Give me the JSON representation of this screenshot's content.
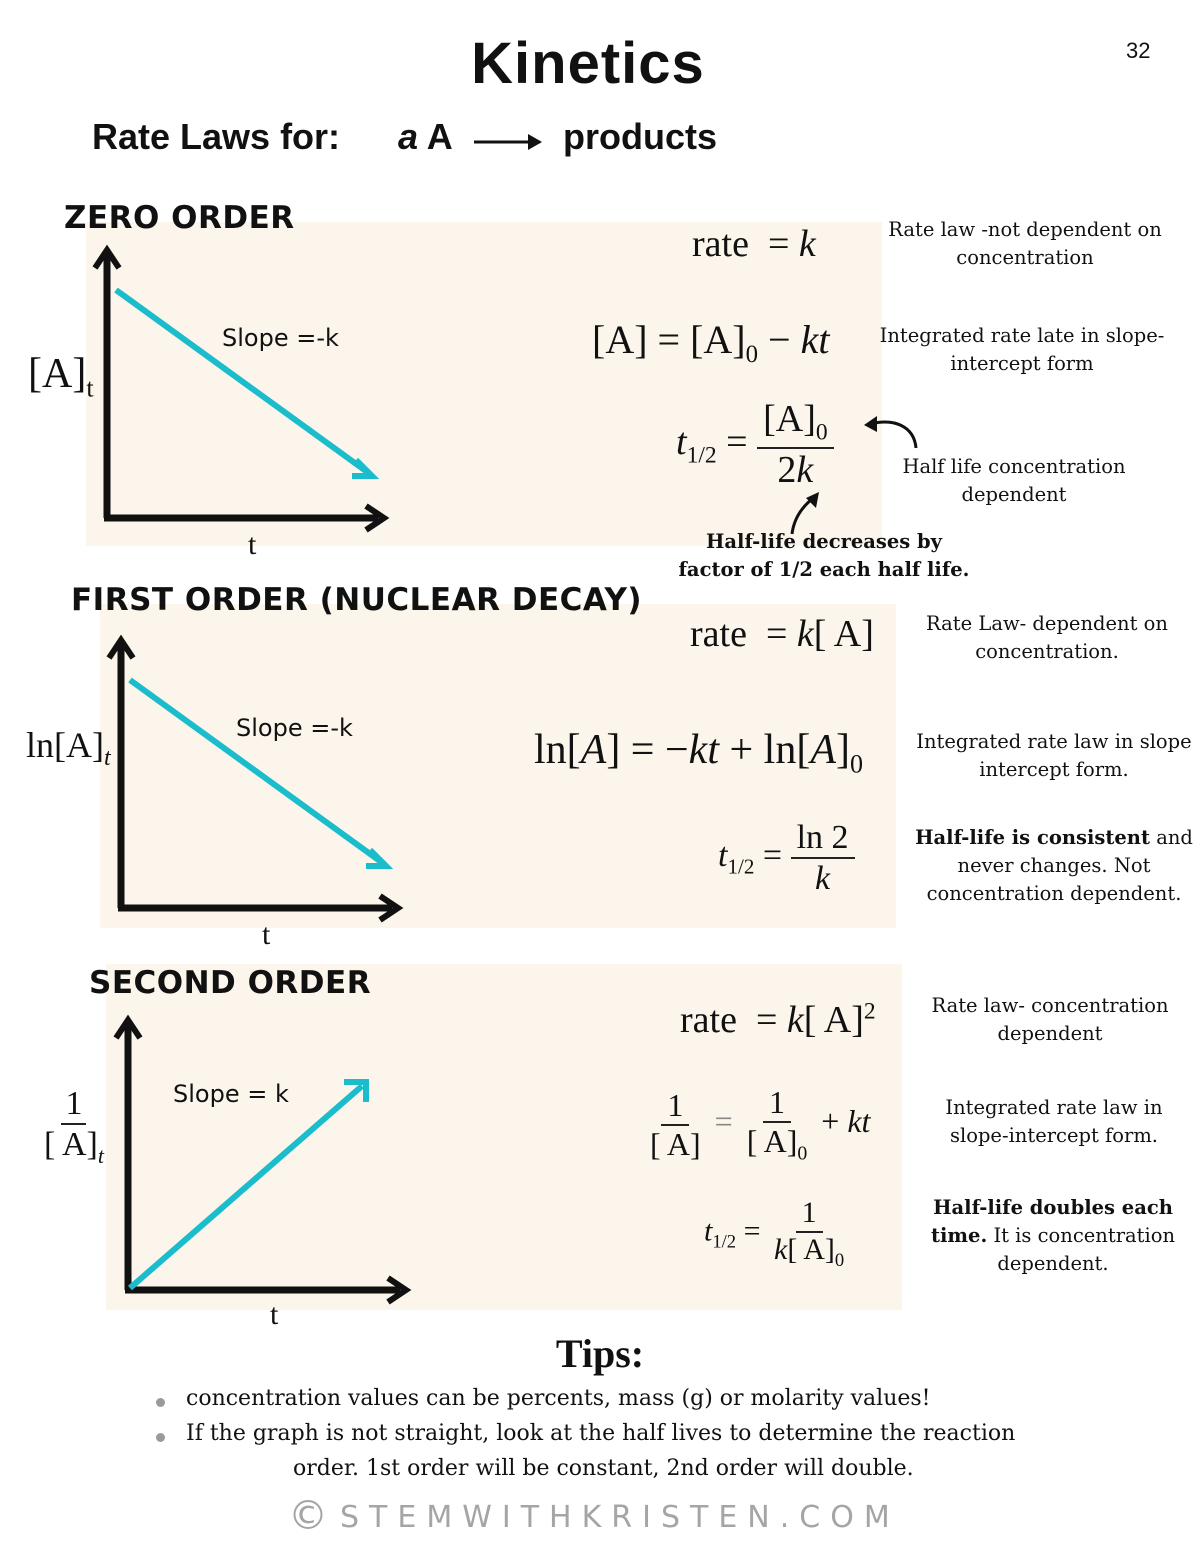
{
  "page": {
    "title": "Kinetics",
    "page_number": "32",
    "subtitle_prefix": "Rate Laws for:",
    "reaction_coef": "a",
    "reaction_species": "A",
    "reaction_products": "products",
    "accent_color": "#1bbccb",
    "panel_color": "#fbf5ec"
  },
  "zero": {
    "heading": "ZERO ORDER",
    "y_axis_label": "[A]",
    "y_axis_sub": "t",
    "x_axis_label": "t",
    "slope_label": "Slope =-k",
    "eq_rate": "rate = k",
    "eq_integrated": "[A] = [A]0 − kt",
    "eq_halflife": "t1/2 = [A]0 / 2k",
    "note_rate": "Rate law -not dependent on concentration",
    "note_integrated": "Integrated rate late in slope-intercept form",
    "note_halflife": "Half life concentration dependent",
    "note_decrease": "Half-life decreases by factor of 1/2 each half life."
  },
  "first": {
    "heading": "FIRST ORDER (NUCLEAR DECAY)",
    "y_axis_label": "ln[A]",
    "y_axis_sub": "t",
    "x_axis_label": "t",
    "slope_label": "Slope =-k",
    "eq_rate": "rate = k[A]",
    "eq_integrated": "ln[A] = −kt + ln[A]0",
    "eq_halflife": "t1/2 = ln 2 / k",
    "note_rate": "Rate Law- dependent on concentration.",
    "note_integrated": "Integrated rate law in slope intercept form.",
    "note_halflife_bold": "Half-life is consistent",
    "note_halflife_rest": "and never changes. Not concentration dependent."
  },
  "second": {
    "heading": "SECOND ORDER",
    "y_axis_label": "1 / [A]",
    "y_axis_sub": "t",
    "x_axis_label": "t",
    "slope_label": "Slope = k",
    "eq_rate": "rate = k[A]2",
    "eq_integrated": "1/[A] = 1/[A]0 + kt",
    "eq_halflife": "t1/2 = 1 / k[A]0",
    "note_rate": "Rate law- concentration dependent",
    "note_integrated": "Integrated rate law in slope-intercept form.",
    "note_halflife_bold": "Half-life doubles each time.",
    "note_halflife_rest": "It is concentration dependent."
  },
  "tips": {
    "title": "Tips:",
    "item1": "concentration values can be percents, mass (g) or molarity values!",
    "item2_line1": "If the graph is not straight, look at the half lives to determine the reaction",
    "item2_line2": "order. 1st order will be constant, 2nd order will double."
  },
  "footer": {
    "copyright_symbol": "©",
    "site": "STEMWITHKRISTEN.COM"
  }
}
